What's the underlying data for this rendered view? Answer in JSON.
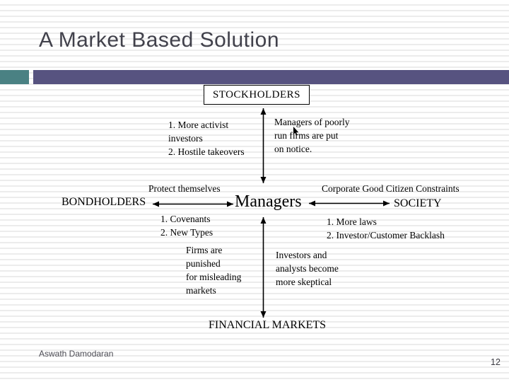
{
  "colors": {
    "accent_teal": "#4a8183",
    "accent_purple": "#575380",
    "title_text": "#41414b"
  },
  "slide": {
    "title": "A Market Based Solution",
    "footer_author": "Aswath Damodaran",
    "page_number": "12"
  },
  "diagram": {
    "stockholders_label": "STOCKHOLDERS",
    "stockholder_pressure": "1. More activist\ninvestors\n2. Hostile takeovers",
    "managers_notice": "Managers of poorly\nrun firms are put\non notice.",
    "protect_themselves": "Protect themselves",
    "bondholders_label": "BONDHOLDERS",
    "bondholder_tools": "1. Covenants\n2. New Types",
    "managers_label": "Managers",
    "corporate_constraints": "Corporate Good Citizen Constraints",
    "society_label": "SOCIETY",
    "society_tools": "1. More laws\n2. Investor/Customer Backlash",
    "firms_punished": "Firms are\npunished\nfor misleading\nmarkets",
    "investors_skeptical": "Investors and\nanalysts become\nmore skeptical",
    "financial_markets_label": "FINANCIAL MARKETS"
  }
}
